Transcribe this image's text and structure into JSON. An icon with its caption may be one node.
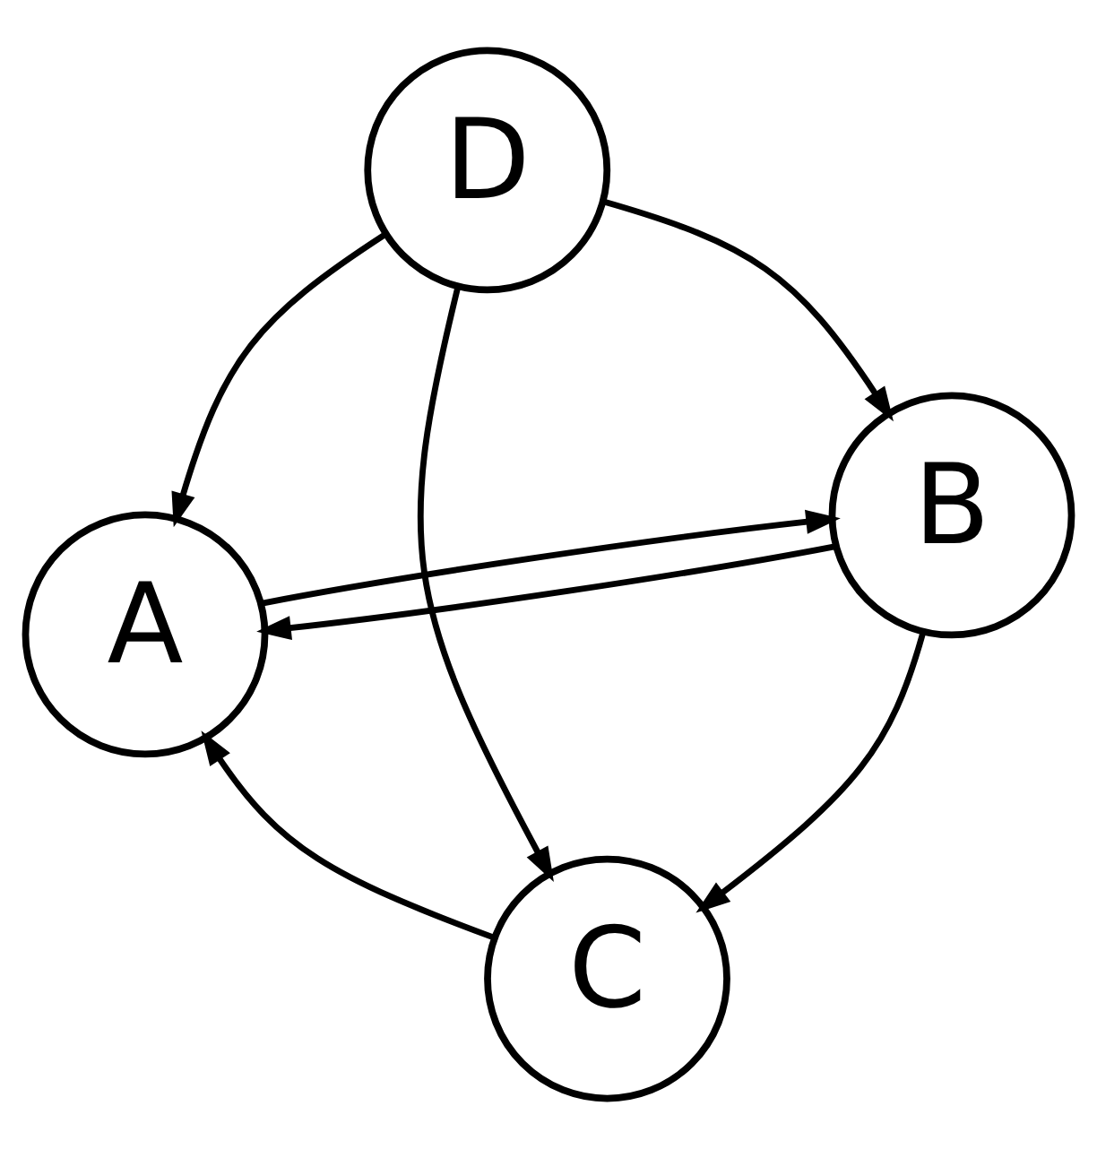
{
  "diagram": {
    "nodes": [
      {
        "text": [
          "A"
        ]
      },
      {
        "text": [
          "B"
        ]
      },
      {
        "text": [
          "C"
        ]
      },
      {
        "text": [
          "D"
        ]
      }
    ],
    "edges": [
      {
        "from": 0,
        "to": 1,
        "arrow": "to"
      },
      {
        "from": 1,
        "to": 0,
        "arrow": "to"
      },
      {
        "from": 1,
        "to": 2,
        "arrow": "to"
      },
      {
        "from": 3,
        "to": 0,
        "arrow": "to"
      },
      {
        "from": 2,
        "to": 0,
        "arrow": "to"
      },
      {
        "from": 3,
        "to": 1,
        "arrow": "to"
      },
      {
        "from": 3,
        "to": 2,
        "arrow": "to"
      }
    ]
  }
}
